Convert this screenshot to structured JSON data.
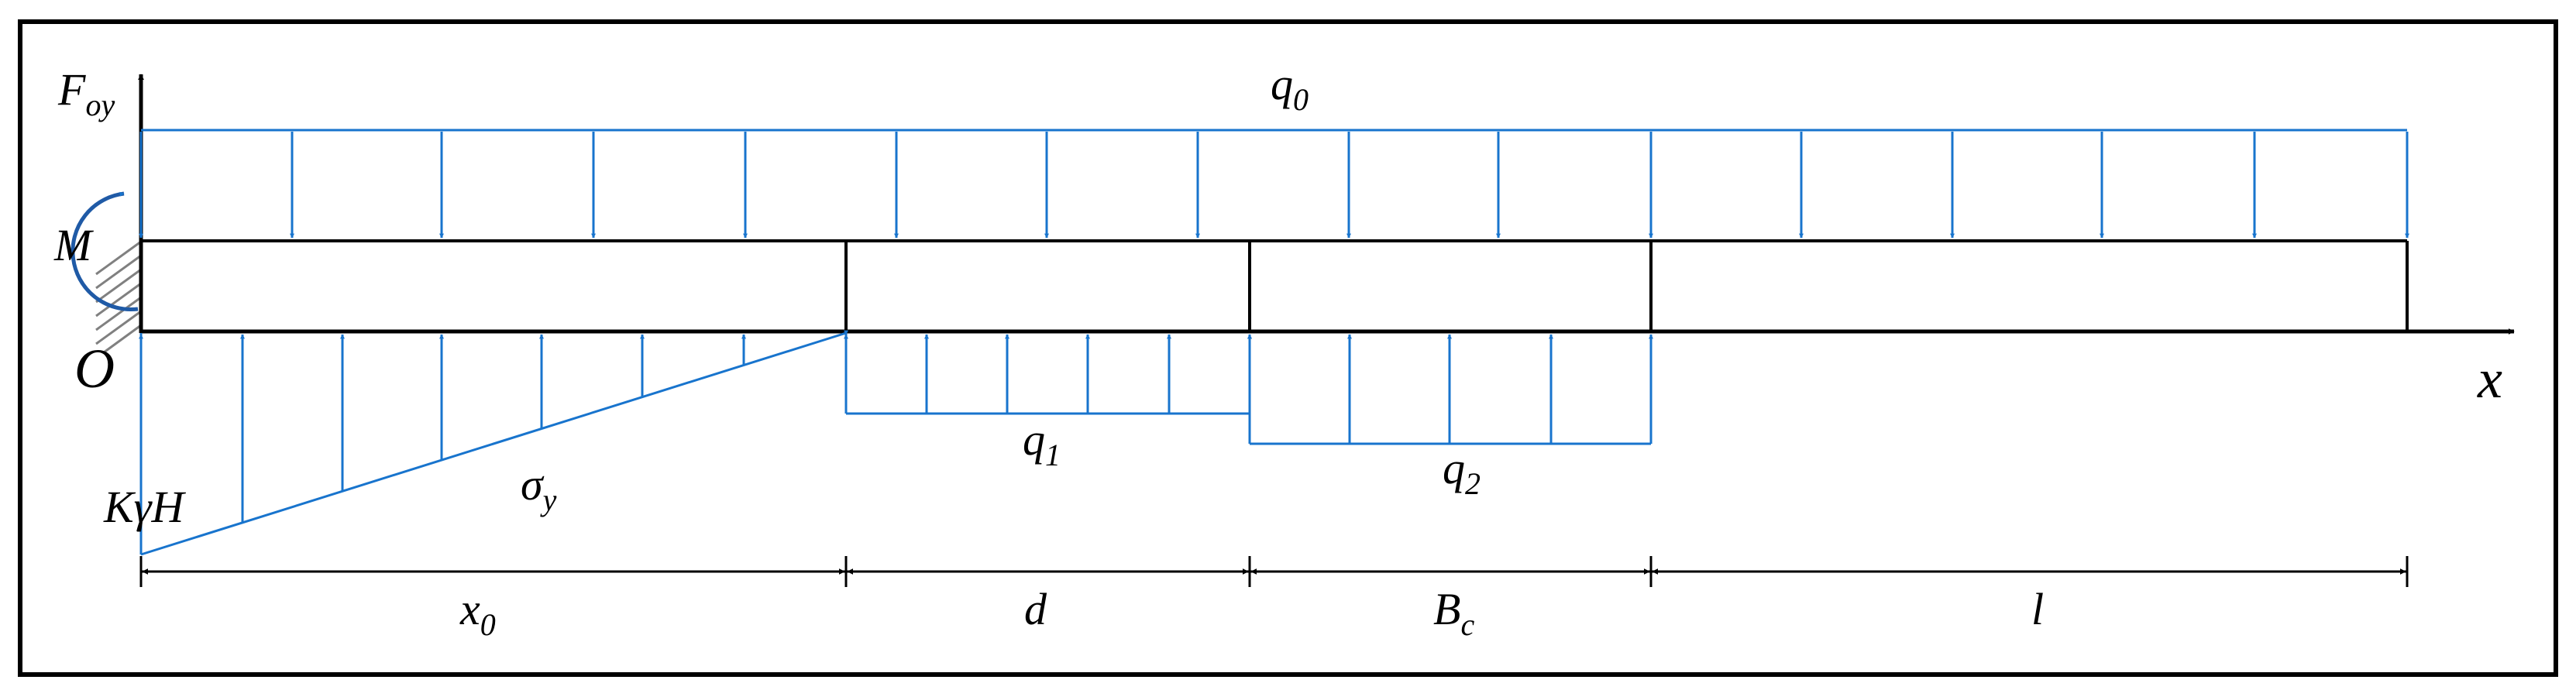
{
  "labels": {
    "force_axis": "F",
    "force_axis_sub": "oy",
    "moment": "M",
    "origin": "O",
    "x_axis": "x",
    "q0": "q",
    "q0_sub": "0",
    "q1": "q",
    "q1_sub": "1",
    "q2": "q",
    "q2_sub": "2",
    "sigma": "σ",
    "sigma_sub": "y",
    "kgh": "KγH",
    "x0": "x",
    "x0_sub": "0",
    "d": "d",
    "bc": "B",
    "bc_sub": "c",
    "l": "l"
  },
  "colors": {
    "load": "#1874cd",
    "structure": "#000000",
    "hatch": "#808080"
  }
}
